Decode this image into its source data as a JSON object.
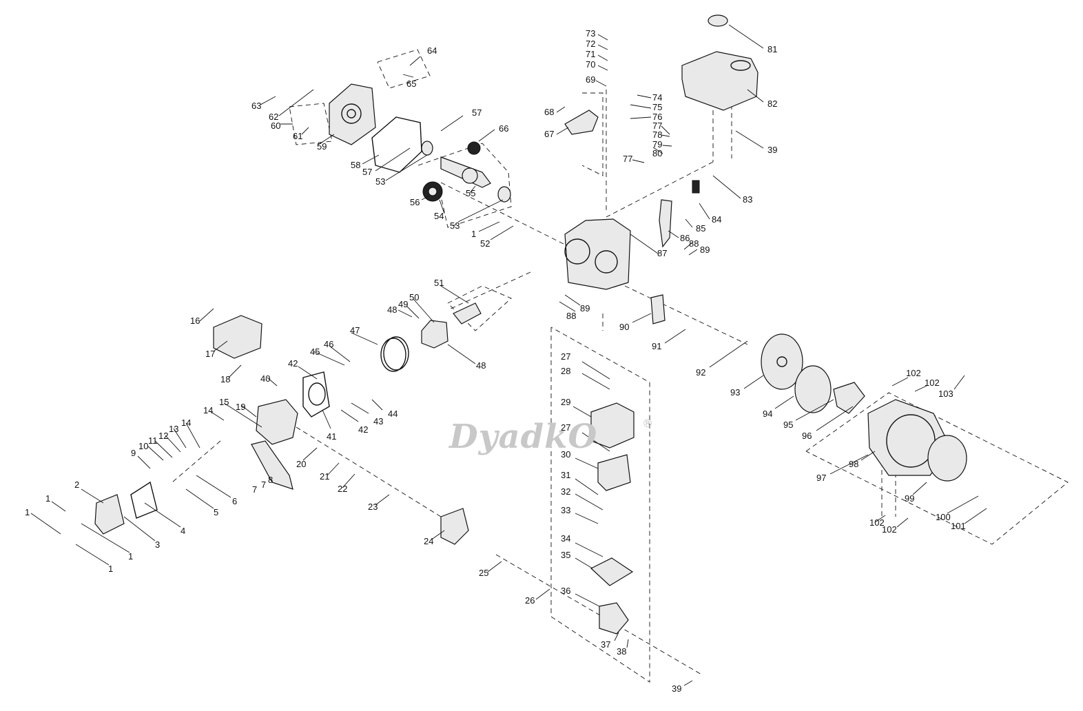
{
  "watermark": {
    "text": "DyadkO",
    "mark": "®"
  },
  "callouts": {
    "c1a": "1",
    "c1b": "1",
    "c1c": "1",
    "c1d": "1",
    "c1e": "1",
    "c2": "2",
    "c3": "3",
    "c4": "4",
    "c5": "5",
    "c6": "6",
    "c7a": "7",
    "c7b": "7",
    "c8": "8",
    "c9": "9",
    "c10": "10",
    "c11": "11",
    "c12": "12",
    "c13": "13",
    "c14a": "14",
    "c14b": "14",
    "c15": "15",
    "c16": "16",
    "c17": "17",
    "c18": "18",
    "c19": "19",
    "c20": "20",
    "c21": "21",
    "c22": "22",
    "c23": "23",
    "c24": "24",
    "c25": "25",
    "c26": "26",
    "c27a": "27",
    "c27b": "27",
    "c28": "28",
    "c29": "29",
    "c30": "30",
    "c31": "31",
    "c32": "32",
    "c33": "33",
    "c34": "34",
    "c35": "35",
    "c36": "36",
    "c37": "37",
    "c38": "38",
    "c39a": "39",
    "c39b": "39",
    "c40": "40",
    "c41": "41",
    "c42a": "42",
    "c42b": "42",
    "c43": "43",
    "c44": "44",
    "c45": "45",
    "c46": "46",
    "c47": "47",
    "c48a": "48",
    "c48b": "48",
    "c49": "49",
    "c50": "50",
    "c51": "51",
    "c52": "52",
    "c53a": "53",
    "c53b": "53",
    "c54": "54",
    "c55": "55",
    "c56": "56",
    "c57a": "57",
    "c57b": "57",
    "c58": "58",
    "c59": "59",
    "c60": "60",
    "c61": "61",
    "c62": "62",
    "c63": "63",
    "c64": "64",
    "c65": "65",
    "c66": "66",
    "c67": "67",
    "c68": "68",
    "c69": "69",
    "c70": "70",
    "c71": "71",
    "c72": "72",
    "c73": "73",
    "c74": "74",
    "c75": "75",
    "c76": "76",
    "c77a": "77",
    "c77b": "77",
    "c78": "78",
    "c79": "79",
    "c80": "80",
    "c81": "81",
    "c82": "82",
    "c83": "83",
    "c84": "84",
    "c85": "85",
    "c86": "86",
    "c87": "87",
    "c88a": "88",
    "c88b": "88",
    "c89a": "89",
    "c89b": "89",
    "c90": "90",
    "c91": "91",
    "c92": "92",
    "c93": "93",
    "c94": "94",
    "c95": "95",
    "c96": "96",
    "c97": "97",
    "c98": "98",
    "c99": "99",
    "c100": "100",
    "c101": "101",
    "c102a": "102",
    "c102b": "102",
    "c102c": "102",
    "c102d": "102",
    "c103": "103"
  }
}
